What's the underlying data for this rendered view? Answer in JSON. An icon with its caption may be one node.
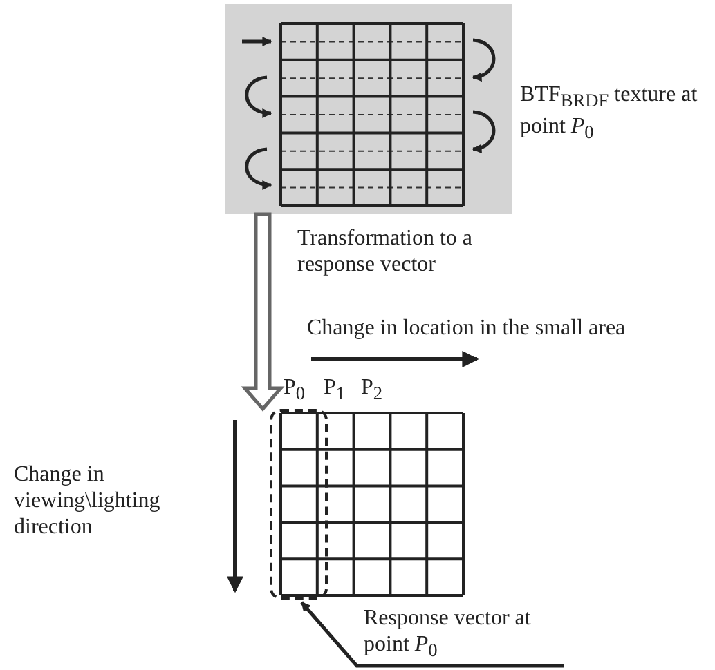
{
  "diagram": {
    "nodes": [
      {
        "text": [],
        "shape": "box",
        "beside": [
          "BTF$_{BRDF}$ texture at point *P*$_{0}$"
        ]
      },
      {
        "text": [],
        "shape": "box"
      },
      {
        "text": [],
        "shape": "box"
      },
      {
        "text": [
          "Response vector at point *P*$_{0}$"
        ]
      }
    ],
    "edges": [
      {
        "from": 0,
        "to": 1,
        "arrow": "to",
        "label": "Transformation to a response vector"
      },
      {
        "from": 3,
        "to": 2,
        "arrow": "to"
      }
    ],
    "labels": [
      "Change in location in the small area",
      "P$_{0}$",
      "P$_{1}$",
      "P$_{2}$",
      "Change in viewing\\lighting direction"
    ]
  }
}
